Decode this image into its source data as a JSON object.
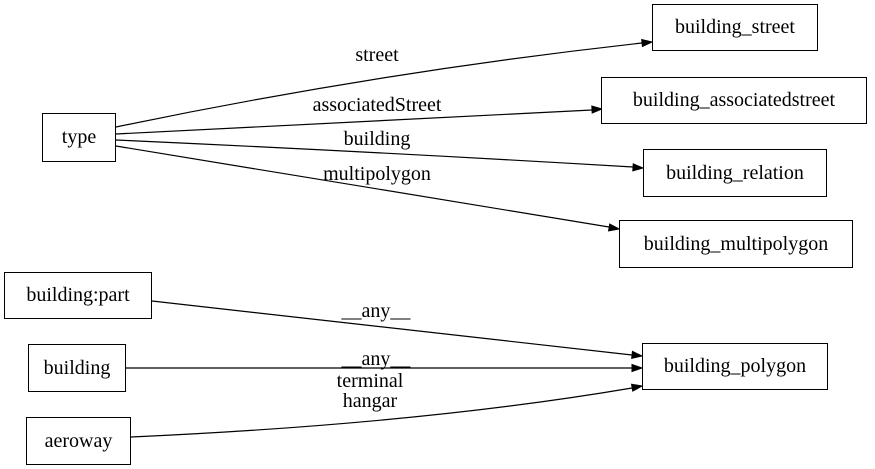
{
  "diagram": {
    "colors": {
      "background": "#ffffff",
      "node_border": "#000000",
      "edge_stroke": "#000000",
      "text": "#000000"
    },
    "nodes": {
      "type": {
        "label": "type"
      },
      "building_part": {
        "label": "building:part"
      },
      "building": {
        "label": "building"
      },
      "aeroway": {
        "label": "aeroway"
      },
      "building_street": {
        "label": "building_street"
      },
      "building_associatedstreet": {
        "label": "building_associatedstreet"
      },
      "building_relation": {
        "label": "building_relation"
      },
      "building_multipolygon": {
        "label": "building_multipolygon"
      },
      "building_polygon": {
        "label": "building_polygon"
      }
    },
    "edges": [
      {
        "from": "type",
        "to": "building_street",
        "labels": [
          "street"
        ]
      },
      {
        "from": "type",
        "to": "building_associatedstreet",
        "labels": [
          "associatedStreet"
        ]
      },
      {
        "from": "type",
        "to": "building_relation",
        "labels": [
          "building"
        ]
      },
      {
        "from": "type",
        "to": "building_multipolygon",
        "labels": [
          "multipolygon"
        ]
      },
      {
        "from": "building_part",
        "to": "building_polygon",
        "labels": [
          "__any__"
        ]
      },
      {
        "from": "building",
        "to": "building_polygon",
        "labels": [
          "__any__"
        ]
      },
      {
        "from": "aeroway",
        "to": "building_polygon",
        "labels": [
          "terminal",
          "hangar"
        ]
      }
    ]
  }
}
